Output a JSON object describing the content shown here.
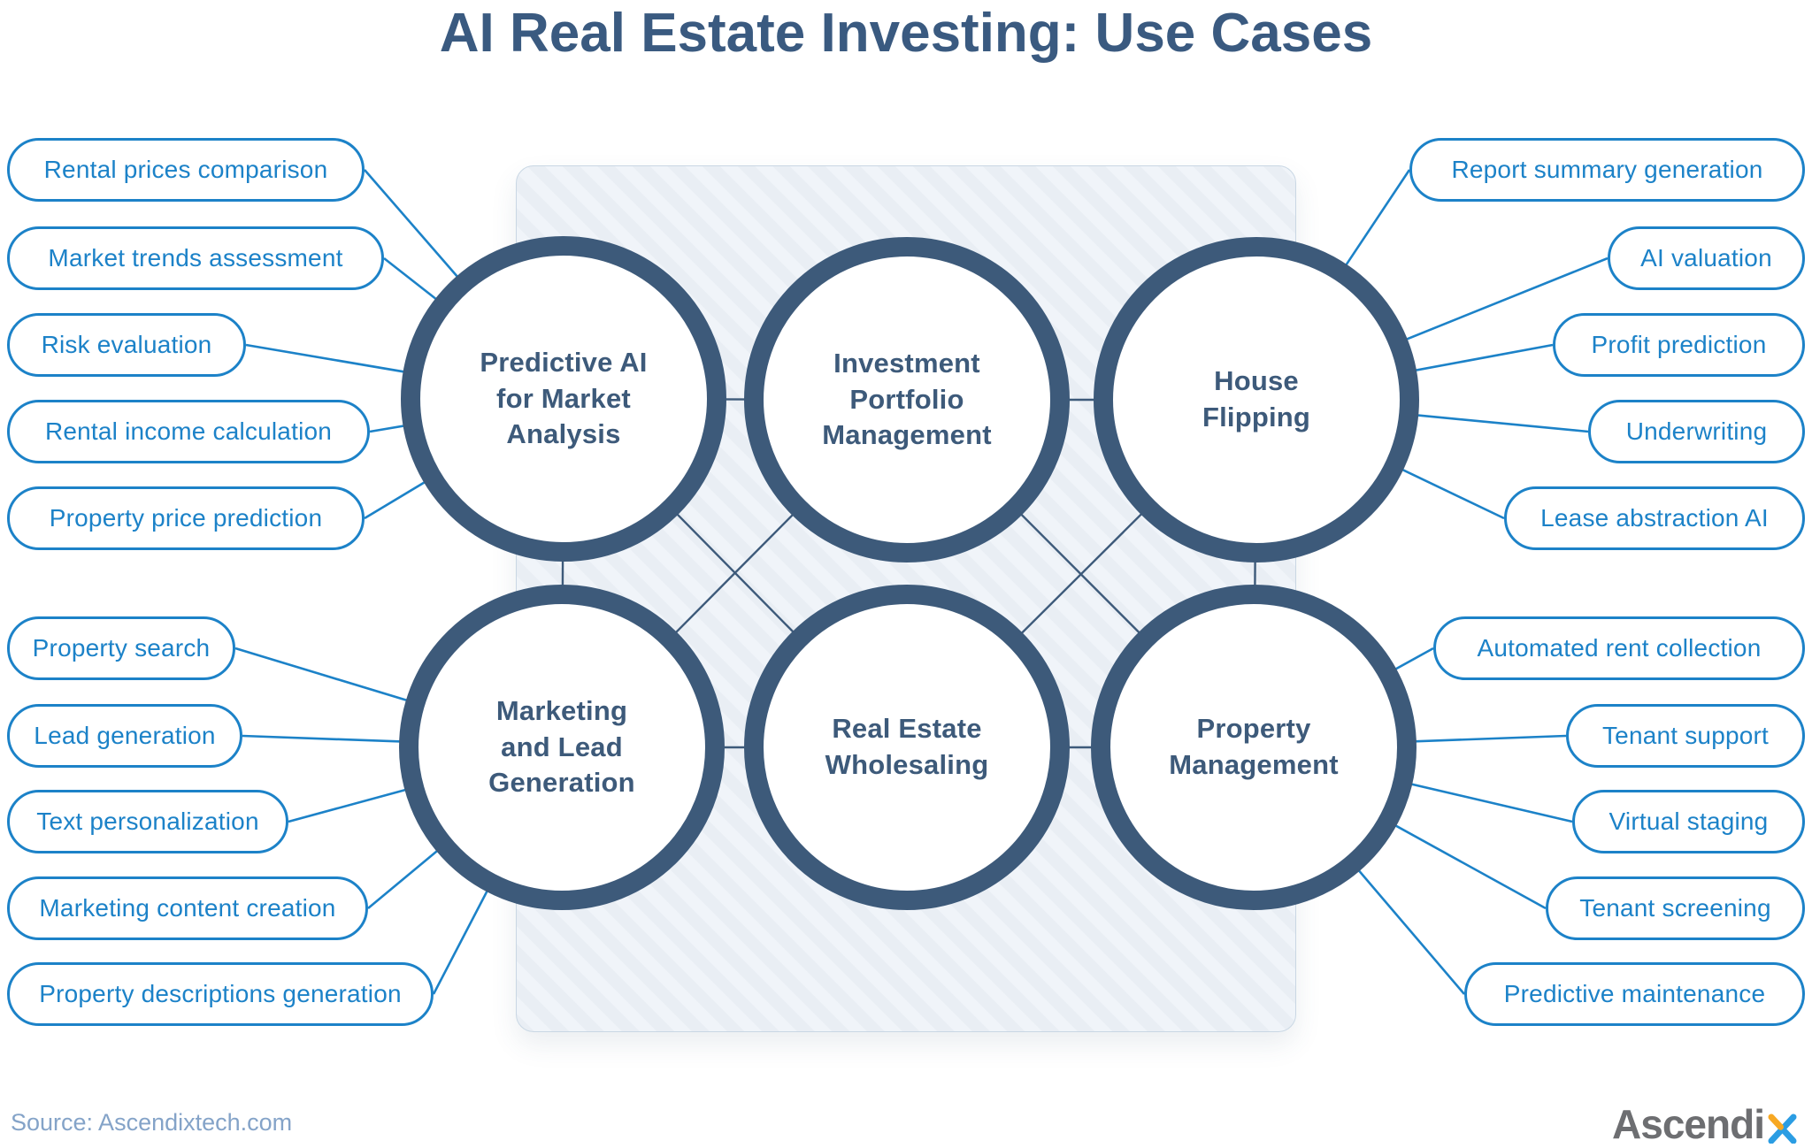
{
  "header": {
    "title": "AI Real Estate Investing: Use Cases"
  },
  "circles": [
    "Predictive AI\nfor Market\nAnalysis",
    "Investment\nPortfolio\nManagement",
    "House\nFlipping",
    "Marketing\nand Lead\nGeneration",
    "Real Estate\nWholesaling",
    "Property\nManagement"
  ],
  "pills": {
    "left_top": [
      "Rental prices comparison",
      "Market trends assessment",
      "Risk evaluation",
      "Rental income calculation",
      "Property price prediction"
    ],
    "left_bottom": [
      "Property search",
      "Lead generation",
      "Text personalization",
      "Marketing content creation",
      "Property descriptions generation"
    ],
    "right_top": [
      "Report summary generation",
      "AI valuation",
      "Profit prediction",
      "Underwriting",
      "Lease abstraction AI"
    ],
    "right_bottom": [
      "Automated rent collection",
      "Tenant support",
      "Virtual staging",
      "Tenant screening",
      "Predictive maintenance"
    ]
  },
  "footer": {
    "source": "Source: Ascendixtech.com",
    "logo_text": "Ascendi",
    "logo_x_icon": "two-tone-x-icon"
  },
  "colors": {
    "accent_blue": "#1c82c8",
    "dark_slate": "#3d5a7a",
    "title_blue": "#3a5a80",
    "panel_fill": "#e9eef4",
    "source_gray_blue": "#84a3c8",
    "logo_gray": "#6d6e71",
    "logo_x_blue": "#2b9de3",
    "logo_x_orange": "#f7a823"
  }
}
